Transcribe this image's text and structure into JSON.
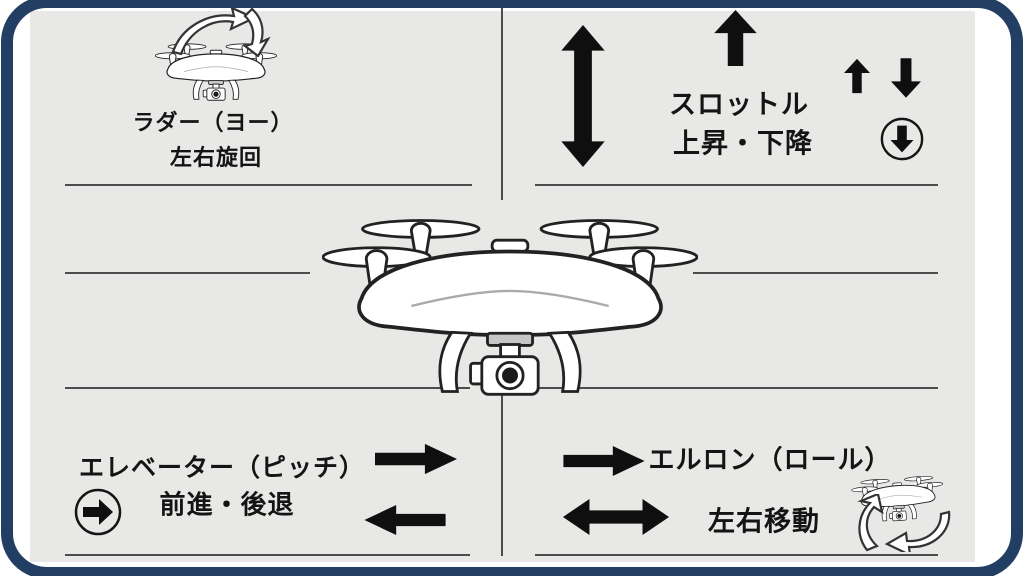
{
  "colors": {
    "frame_border": "#233e63",
    "panel_background": "#e8e8e6",
    "ink": "#141414",
    "divider_line": "#4c4c4c"
  },
  "quadrants": {
    "top_left": {
      "title": "ラダー（ヨー）",
      "subtitle": "左右旋回",
      "icons": [
        "drone-front-icon",
        "yaw-rotation-arrows-icon"
      ]
    },
    "top_right": {
      "title": "スロットル",
      "subtitle": "上昇・下降",
      "icons": [
        "up-down-arrow-icon",
        "up-arrow-icon",
        "small-up-arrow-icon",
        "small-down-arrow-icon",
        "circled-down-arrow-icon"
      ]
    },
    "bottom_left": {
      "title": "エレベーター（ピッチ）",
      "subtitle": "前進・後退",
      "icons": [
        "circled-right-arrow-icon",
        "right-arrow-icon",
        "left-arrow-icon"
      ]
    },
    "bottom_right": {
      "title": "エルロン（ロール）",
      "subtitle": "左右移動",
      "icons": [
        "right-arrow-icon",
        "left-right-arrow-icon",
        "drone-front-icon",
        "roll-rotation-arrows-icon"
      ]
    },
    "center": {
      "icons": [
        "drone-front-icon"
      ]
    }
  }
}
